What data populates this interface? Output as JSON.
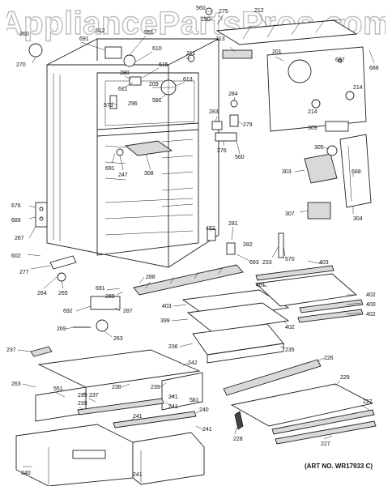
{
  "watermark": "AppliancePartsPros.com",
  "art_number": "(ART NO. WR17933 C)",
  "footer_text": "",
  "parts": [
    {
      "id": "p560a",
      "text": "560"
    },
    {
      "id": "p150",
      "text": "150"
    },
    {
      "id": "p275",
      "text": "275"
    },
    {
      "id": "p212",
      "text": "212"
    },
    {
      "id": "p260",
      "text": "260"
    },
    {
      "id": "p270",
      "text": "270"
    },
    {
      "id": "p691a",
      "text": "691"
    },
    {
      "id": "p612",
      "text": "612"
    },
    {
      "id": "p551a",
      "text": "551"
    },
    {
      "id": "p610",
      "text": "610"
    },
    {
      "id": "p213",
      "text": "213"
    },
    {
      "id": "p201",
      "text": "201"
    },
    {
      "id": "p687",
      "text": "687"
    },
    {
      "id": "p688a",
      "text": "688"
    },
    {
      "id": "p615",
      "text": "615"
    },
    {
      "id": "p211",
      "text": "211"
    },
    {
      "id": "p280",
      "text": "280"
    },
    {
      "id": "p611",
      "text": "611"
    },
    {
      "id": "p209",
      "text": "209"
    },
    {
      "id": "p613",
      "text": "613"
    },
    {
      "id": "p573",
      "text": "573"
    },
    {
      "id": "p296",
      "text": "296"
    },
    {
      "id": "p551b",
      "text": "551"
    },
    {
      "id": "p214a",
      "text": "214"
    },
    {
      "id": "p214b",
      "text": "214"
    },
    {
      "id": "p284",
      "text": "284"
    },
    {
      "id": "p283",
      "text": "283"
    },
    {
      "id": "p279",
      "text": "279"
    },
    {
      "id": "p309",
      "text": "309"
    },
    {
      "id": "p276",
      "text": "276"
    },
    {
      "id": "p560b",
      "text": "560"
    },
    {
      "id": "p305",
      "text": "305"
    },
    {
      "id": "p691b",
      "text": "691"
    },
    {
      "id": "p247",
      "text": "247"
    },
    {
      "id": "p308",
      "text": "308"
    },
    {
      "id": "p303",
      "text": "303"
    },
    {
      "id": "p688b",
      "text": "688"
    },
    {
      "id": "p676",
      "text": "676"
    },
    {
      "id": "p689",
      "text": "689"
    },
    {
      "id": "p307",
      "text": "307"
    },
    {
      "id": "p304",
      "text": "304"
    },
    {
      "id": "p267",
      "text": "267"
    },
    {
      "id": "p281",
      "text": "281"
    },
    {
      "id": "p452",
      "text": "452"
    },
    {
      "id": "p282",
      "text": "282"
    },
    {
      "id": "p602",
      "text": "602"
    },
    {
      "id": "p233",
      "text": "233"
    },
    {
      "id": "p570",
      "text": "570"
    },
    {
      "id": "p693",
      "text": "693"
    },
    {
      "id": "p277",
      "text": "277"
    },
    {
      "id": "p403a",
      "text": "403"
    },
    {
      "id": "p288",
      "text": "288"
    },
    {
      "id": "p401",
      "text": "401"
    },
    {
      "id": "p264",
      "text": "264"
    },
    {
      "id": "p265",
      "text": "265"
    },
    {
      "id": "p691c",
      "text": "691"
    },
    {
      "id": "p289",
      "text": "289"
    },
    {
      "id": "p402a",
      "text": "402"
    },
    {
      "id": "p400",
      "text": "400"
    },
    {
      "id": "p403b",
      "text": "403"
    },
    {
      "id": "p692",
      "text": "692"
    },
    {
      "id": "p287",
      "text": "287"
    },
    {
      "id": "p402b",
      "text": "402"
    },
    {
      "id": "p399",
      "text": "399"
    },
    {
      "id": "p402c",
      "text": "402"
    },
    {
      "id": "p269",
      "text": "269"
    },
    {
      "id": "p263a",
      "text": "263"
    },
    {
      "id": "p236",
      "text": "236"
    },
    {
      "id": "p235",
      "text": "235"
    },
    {
      "id": "p226",
      "text": "226"
    },
    {
      "id": "p237a",
      "text": "237"
    },
    {
      "id": "p242",
      "text": "242"
    },
    {
      "id": "p263b",
      "text": "263"
    },
    {
      "id": "p551c",
      "text": "551"
    },
    {
      "id": "p238",
      "text": "238"
    },
    {
      "id": "p239a",
      "text": "239"
    },
    {
      "id": "p239b",
      "text": "239"
    },
    {
      "id": "p241a",
      "text": "241"
    },
    {
      "id": "p229",
      "text": "229"
    },
    {
      "id": "p237b",
      "text": "237"
    },
    {
      "id": "p239c",
      "text": "239"
    },
    {
      "id": "p241b",
      "text": "241"
    },
    {
      "id": "p551d",
      "text": "551"
    },
    {
      "id": "p227a",
      "text": "227"
    },
    {
      "id": "p240a",
      "text": "240"
    },
    {
      "id": "p241c",
      "text": "241"
    },
    {
      "id": "p241d",
      "text": "241"
    },
    {
      "id": "p228",
      "text": "228"
    },
    {
      "id": "p241e",
      "text": "241"
    },
    {
      "id": "p227b",
      "text": "227"
    },
    {
      "id": "p240b",
      "text": "240"
    }
  ]
}
